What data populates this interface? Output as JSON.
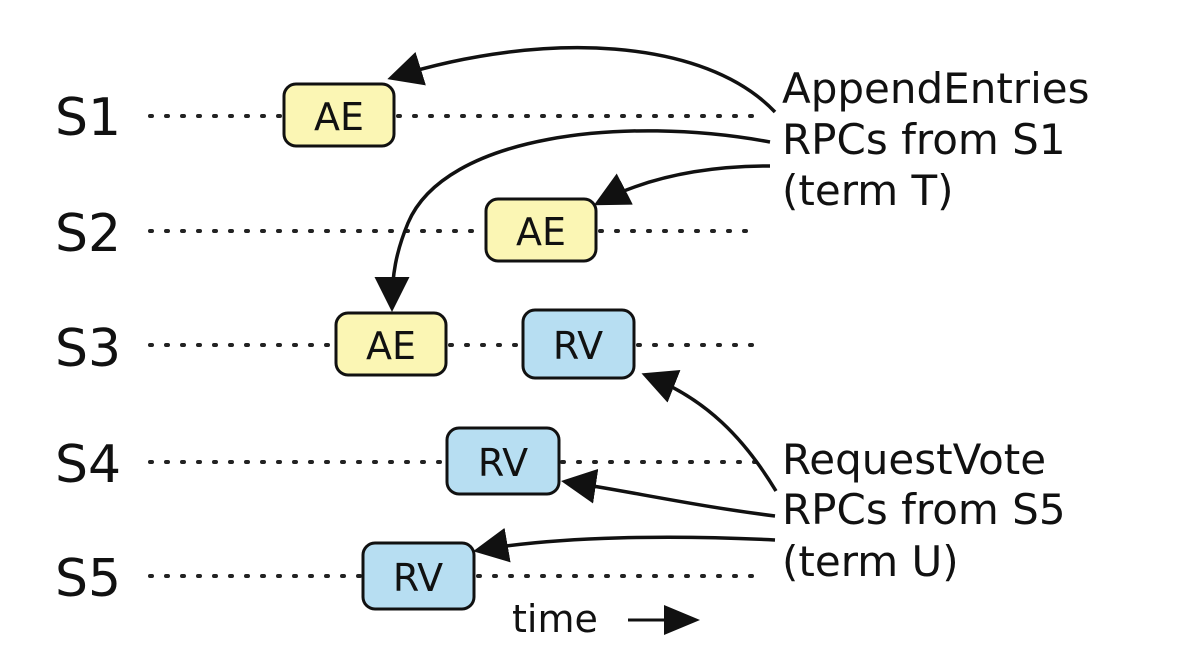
{
  "servers": [
    {
      "label": "S1"
    },
    {
      "label": "S2"
    },
    {
      "label": "S3"
    },
    {
      "label": "S4"
    },
    {
      "label": "S5"
    }
  ],
  "rpcs": [
    {
      "label": "AE",
      "server": "S1",
      "kind": "AppendEntries"
    },
    {
      "label": "AE",
      "server": "S2",
      "kind": "AppendEntries"
    },
    {
      "label": "AE",
      "server": "S3",
      "kind": "AppendEntries"
    },
    {
      "label": "RV",
      "server": "S3",
      "kind": "RequestVote"
    },
    {
      "label": "RV",
      "server": "S4",
      "kind": "RequestVote"
    },
    {
      "label": "RV",
      "server": "S5",
      "kind": "RequestVote"
    }
  ],
  "annotations": {
    "append_entries": {
      "line1": "AppendEntries",
      "line2": "RPCs from S1",
      "line3": "(term T)"
    },
    "request_vote": {
      "line1": "RequestVote",
      "line2": "RPCs from S5",
      "line3": "(term U)"
    }
  },
  "time_label": "time",
  "colors": {
    "append_entries_fill": "#fbf6b4",
    "request_vote_fill": "#b7def2",
    "ink": "#111111"
  }
}
